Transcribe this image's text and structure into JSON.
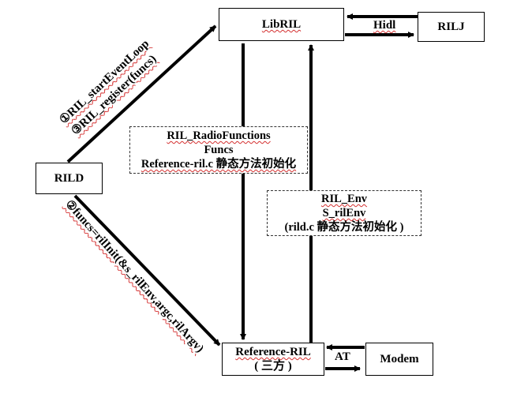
{
  "nodes": {
    "libril": "LibRIL",
    "rilj": "RILJ",
    "rild": "RILD",
    "reference_ril": {
      "line1": "Reference-RIL",
      "line2": "( 三方 )"
    },
    "modem": "Modem"
  },
  "notes": {
    "radio_functions": {
      "line1": "RIL_RadioFunctions",
      "line2": "Funcs",
      "line3": "Reference-ril.c 静态方法初始化"
    },
    "ril_env": {
      "line1": "RIL_Env",
      "line2": "S_rilEnv",
      "line3": "(rild.c 静态方法初始化 )"
    }
  },
  "edges": {
    "hidl": "Hidl",
    "at": "AT",
    "rild_to_libril_1": "①RIL_startEventLoop",
    "rild_to_libril_2": "③RIL_register(funcs)",
    "rild_to_reference": "②funcs=rilInit(&s_rilEnv,argc,rilArgv)"
  }
}
